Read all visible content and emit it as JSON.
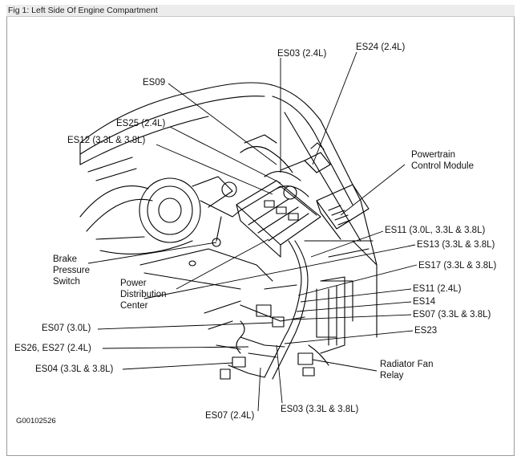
{
  "figure": {
    "title": "Fig 1: Left Side Of Engine Compartment",
    "code": "G00102526"
  },
  "labels": {
    "es03_24": "ES03 (2.4L)",
    "es24_24": "ES24 (2.4L)",
    "es09": "ES09",
    "es25_24": "ES25 (2.4L)",
    "es12_33_38": "ES12 (3.3L & 3.8L)",
    "pcm_line1": "Powertrain",
    "pcm_line2": "Control Module",
    "es11_30_33_38": "ES11 (3.0L, 3.3L & 3.8L)",
    "es13_33_38": "ES13 (3.3L & 3.8L)",
    "es17_33_38": "ES17 (3.3L & 3.8L)",
    "brake_line1": "Brake",
    "brake_line2": "Pressure",
    "brake_line3": "Switch",
    "pdc_line1": "Power",
    "pdc_line2": "Distribution",
    "pdc_line3": "Center",
    "es11_24": "ES11 (2.4L)",
    "es14": "ES14",
    "es07_33_38": "ES07 (3.3L & 3.8L)",
    "es07_30": "ES07 (3.0L)",
    "es23": "ES23",
    "es26_es27_24": "ES26, ES27 (2.4L)",
    "es04_33_38": "ES04 (3.3L & 3.8L)",
    "rad_line1": "Radiator Fan",
    "rad_line2": "Relay",
    "es07_24": "ES07 (2.4L)",
    "es03_33_38": "ES03 (3.3L & 3.8L)"
  }
}
